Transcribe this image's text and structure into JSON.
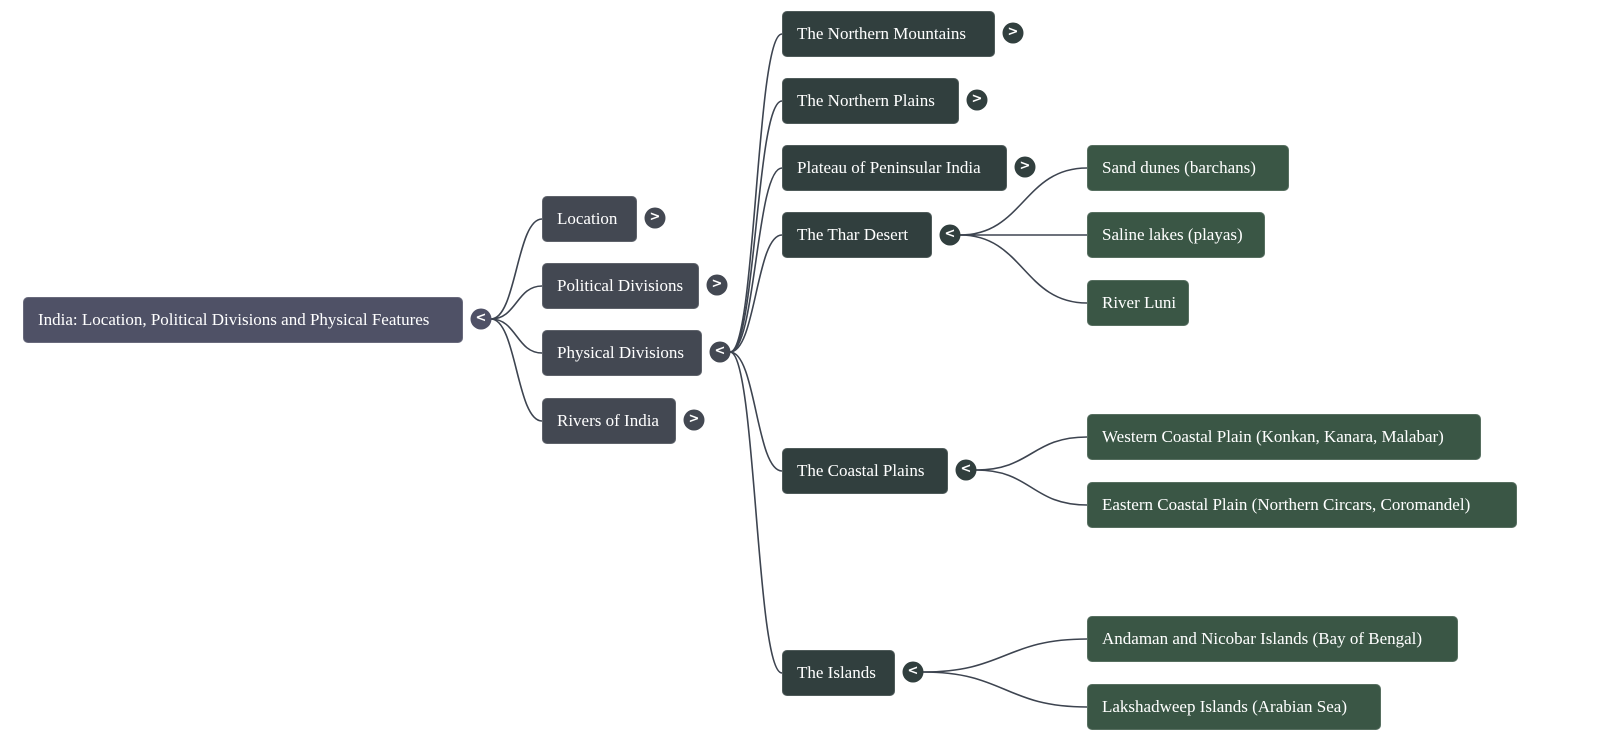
{
  "mindmap": {
    "root": {
      "label": "India: Location, Political Divisions and Physical Features",
      "toggle": "<",
      "state": "expanded"
    },
    "level1": [
      {
        "label": "Location",
        "toggle": ">",
        "state": "collapsed"
      },
      {
        "label": "Political Divisions",
        "toggle": ">",
        "state": "collapsed"
      },
      {
        "label": "Physical Divisions",
        "toggle": "<",
        "state": "expanded"
      },
      {
        "label": "Rivers of India",
        "toggle": ">",
        "state": "collapsed"
      }
    ],
    "physical_divisions": [
      {
        "label": "The Northern Mountains",
        "toggle": ">",
        "state": "collapsed"
      },
      {
        "label": "The Northern Plains",
        "toggle": ">",
        "state": "collapsed"
      },
      {
        "label": "Plateau of Peninsular India",
        "toggle": ">",
        "state": "collapsed"
      },
      {
        "label": "The Thar Desert",
        "toggle": "<",
        "state": "expanded"
      },
      {
        "label": "The Coastal Plains",
        "toggle": "<",
        "state": "expanded"
      },
      {
        "label": "The Islands",
        "toggle": "<",
        "state": "expanded"
      }
    ],
    "thar_desert": [
      {
        "label": "Sand dunes (barchans)"
      },
      {
        "label": "Saline lakes (playas)"
      },
      {
        "label": "River Luni"
      }
    ],
    "coastal_plains": [
      {
        "label": "Western Coastal Plain (Konkan, Kanara, Malabar)"
      },
      {
        "label": "Eastern Coastal Plain (Northern Circars, Coromandel)"
      }
    ],
    "islands": [
      {
        "label": "Andaman and Nicobar Islands (Bay of Bengal)"
      },
      {
        "label": "Lakshadweep Islands (Arabian Sea)"
      }
    ]
  },
  "colors": {
    "root": "#4f5166",
    "level1": "#434852",
    "level2": "#313f3e",
    "level3": "#3a5645",
    "link": "#3d4450",
    "background": "#ffffff"
  }
}
